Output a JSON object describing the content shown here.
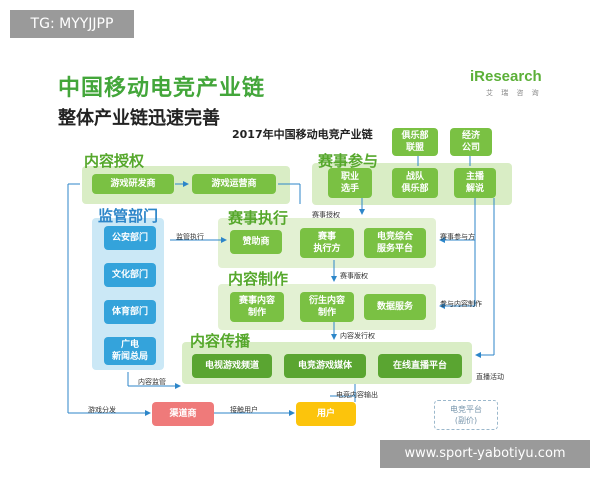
{
  "watermark_top": "TG: MYYJJPP",
  "watermark_bottom": "www.sport-yabotiyu.com",
  "title": "中国移动电竞产业链",
  "subtitle": "整体产业链迅速完善",
  "logo": "iResearch",
  "logo_sub": "艾 瑞 咨 询",
  "diagram_title": "2017年中国移动电竞产业链",
  "sections": {
    "content_license": "内容授权",
    "regulator": "监管部门",
    "event_participation": "赛事参与",
    "event_execution": "赛事执行",
    "content_production": "内容制作",
    "content_distribution": "内容传播"
  },
  "nodes": {
    "game_developer": "游戏研发商",
    "game_operator": "游戏运营商",
    "public_security": "公安部门",
    "culture": "文化部门",
    "sports": "体育部门",
    "broadcast": "广电\n新闻总局",
    "pro_player": "职业\n选手",
    "team_club": "战队\n俱乐部",
    "host_commentary": "主播\n解说",
    "club_league": "俱乐部\n联盟",
    "brokerage": "经济\n公司",
    "sponsor": "赞助商",
    "event_organizer": "赛事\n执行方",
    "esports_platform": "电竞综合\n服务平台",
    "event_content_producer": "赛事内容\n制作",
    "derivative_content": "衍生内容\n制作",
    "data_service": "数据服务",
    "tv_game_channel": "电视游戏频道",
    "esports_media": "电竞游戏媒体",
    "live_platform": "在线直播平台",
    "channel_provider": "渠道商",
    "user": "用户",
    "esports_venue": "电竞平台\n(副价)"
  },
  "labels": {
    "event_license": "赛事授权",
    "supervision": "监管执行",
    "event_participate": "赛事参与方",
    "event_copyright": "赛事版权",
    "content_participate": "参与内容制作",
    "content_issue": "内容发行权",
    "content_supervision": "内容监管",
    "live_activity": "直播活动",
    "esports_output": "电竞内容输出",
    "game_distribution": "游戏分发",
    "reach_users": "接触用户"
  },
  "colors": {
    "green": "#7ac143",
    "dark_green": "#5aa531",
    "blue": "#34a3db",
    "red": "#ef7a7a",
    "yellow": "#fcc40c",
    "panel_green": "#d9edc5",
    "panel_blue": "#cbe8f6"
  }
}
